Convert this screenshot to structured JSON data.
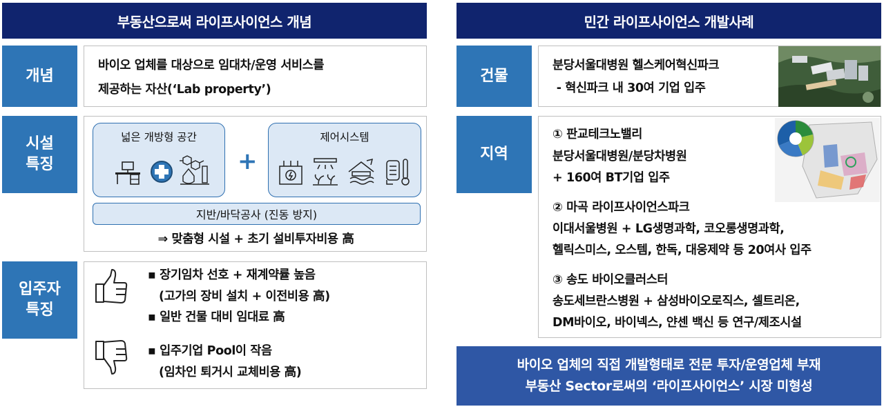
{
  "left": {
    "header": "부동산으로써 라이프사이언스 개념",
    "concept": {
      "tag": "개념",
      "lines": [
        "바이오 업체를 대상으로 임대차/운영 서비스를",
        "제공하는 자산(‘Lab property’)"
      ]
    },
    "facility": {
      "tag_lines": [
        "시설",
        "특징"
      ],
      "card1_title": "넓은 개방형 공간",
      "card2_title": "제어시스템",
      "plus": "+",
      "foundation": "지반/바닥공사 (진동 방지)",
      "summary": "⇒ 맞춤형 시설 + 초기 설비투자비용 高"
    },
    "tenant": {
      "tag_lines": [
        "입주자",
        "특징"
      ],
      "pros": [
        "▪ 장기임차 선호 + 재계약률 높음",
        "(고가의 장비 설치 + 이전비용 高)",
        "▪ 일반 건물 대비 임대료 高"
      ],
      "cons": [
        "▪ 입주기업 Pool이 작음",
        "(임차인 퇴거시 교체비용 高)"
      ]
    }
  },
  "right": {
    "header": "민간 라이프사이언스 개발사례",
    "building": {
      "tag": "건물",
      "lines": [
        "분당서울대병원 헬스케어혁신파크",
        " - 혁신파크 내 30여 기업 입주"
      ]
    },
    "region": {
      "tag": "지역",
      "items": [
        {
          "lines": [
            "① 판교테크노밸리",
            "분당서울대병원/분당차병원",
            "+ 160여 BT기업 입주"
          ]
        },
        {
          "lines": [
            "② 마곡 라이프사이언스파크",
            "이대서울병원 + LG생명과학, 코오롱생명과학,",
            "헬릭스미스, 오스템, 한독, 대웅제약 등 20여사 입주"
          ]
        },
        {
          "lines": [
            "③ 송도 바이오클러스터",
            "송도세브란스병원  + 삼성바이오로직스, 셀트리온,",
            "DM바이오, 바이넥스, 얀센 백신 등 연구/제조시설"
          ]
        }
      ]
    },
    "footer": [
      "바이오 업체의 직접 개발형태로 전문 투자/운영업체 부재",
      "부동산 Sector로써의 ‘라이프사이언스’ 시장 미형성"
    ]
  },
  "colors": {
    "header": "#10246e",
    "tag": "#2e75b6",
    "footer": "#2f57a5",
    "card_bg": "#dce8f5",
    "card_border": "#2e6fb0"
  }
}
